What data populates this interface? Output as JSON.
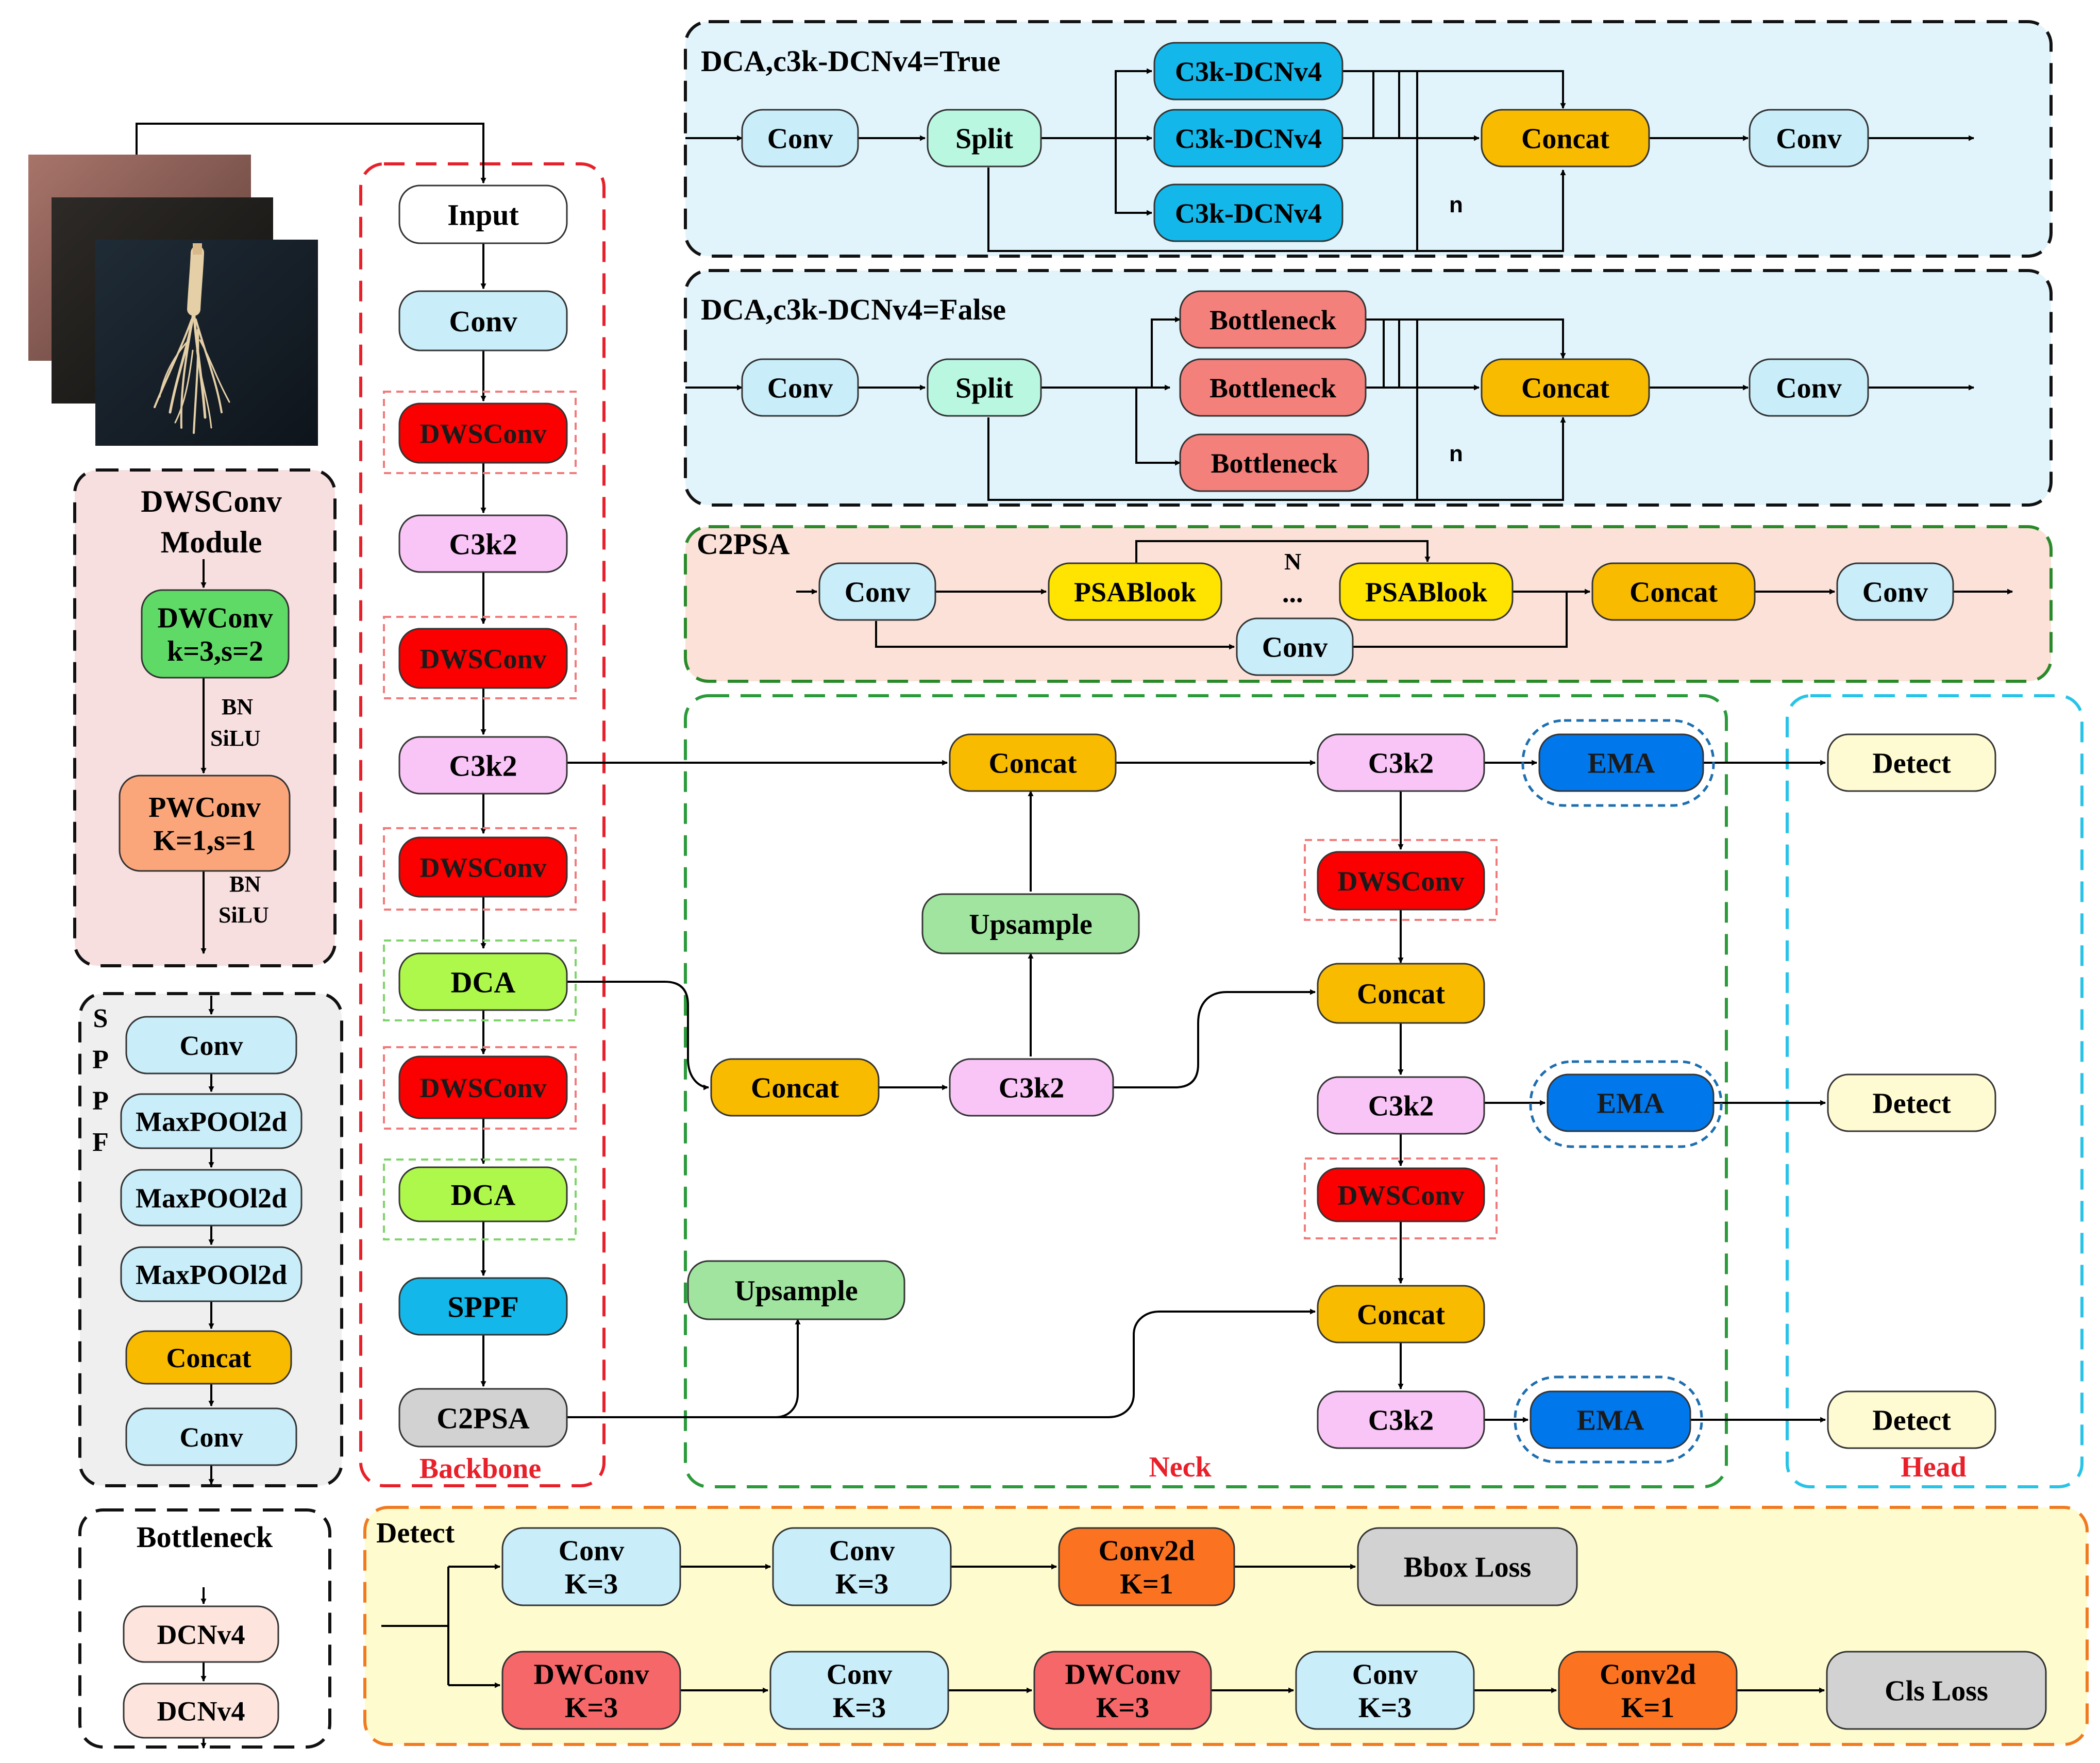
{
  "photo": {
    "alt": ""
  },
  "colors": {
    "white": "#ffffff",
    "lightblue": "#c9edf9",
    "mint": "#b9f7e1",
    "cyan": "#13b7ea",
    "orange": "#f9bb00",
    "salmon": "#f4807c",
    "yellow": "#fee400",
    "pink": "#f9c5f7",
    "red": "#fa0000",
    "lime": "#aef74b",
    "gray": "#d2d2d2",
    "green": "#5fda66",
    "peach": "#fba67a",
    "peachlight": "#fde4dc",
    "green_soft": "#a0e4a0",
    "blue_ema": "#0077eb",
    "cream": "#fefbd3",
    "orange_dark": "#fb7321",
    "salmon_dark": "#f56769",
    "panel_blue": "#e1f4fb",
    "panel_salmon": "#fbe1d8",
    "panel_pink": "#f7dfe0",
    "panel_gray": "#efefef",
    "panel_yellow": "#fefccf"
  },
  "panels": {
    "dca_true": {
      "title": "DCA,c3k-DCNv4=True",
      "n_label": "n"
    },
    "dca_false": {
      "title": "DCA,c3k-DCNv4=False",
      "n_label": "n"
    },
    "c2psa": {
      "title": "C2PSA",
      "n_label": "N",
      "dots": "..."
    },
    "dwsconv_module": {
      "title_line1": "DWSConv",
      "title_line2": "Module",
      "bn1": "BN",
      "silu1": "SiLU",
      "bn2": "BN",
      "silu2": "SiLU"
    },
    "sppf": {
      "letters": [
        "S",
        "P",
        "P",
        "F"
      ]
    },
    "bottleneck": {
      "title": "Bottleneck"
    },
    "backbone": {
      "title": "Backbone"
    },
    "neck": {
      "title": "Neck"
    },
    "head": {
      "title": "Head"
    },
    "detect": {
      "title": "Detect"
    }
  },
  "nodes": {
    "dt_conv1": "Conv",
    "dt_split": "Split",
    "dt_c3k1": "C3k-DCNv4",
    "dt_c3k2": "C3k-DCNv4",
    "dt_c3k3": "C3k-DCNv4",
    "dt_concat": "Concat",
    "dt_conv2": "Conv",
    "df_conv1": "Conv",
    "df_split": "Split",
    "df_b1": "Bottleneck",
    "df_b2": "Bottleneck",
    "df_b3": "Bottleneck",
    "df_concat": "Concat",
    "df_conv2": "Conv",
    "cp_conv1": "Conv",
    "cp_psa1": "PSABlook",
    "cp_psa2": "PSABlook",
    "cp_concat": "Concat",
    "cp_conv2": "Conv",
    "cp_conv3": "Conv",
    "bb_input": "Input",
    "bb_conv": "Conv",
    "bb_dws1": "DWSConv",
    "bb_c3k2a": "C3k2",
    "bb_dws2": "DWSConv",
    "bb_c3k2b": "C3k2",
    "bb_dws3": "DWSConv",
    "bb_dca1": "DCA",
    "bb_dws4": "DWSConv",
    "bb_dca2": "DCA",
    "bb_sppf": "SPPF",
    "bb_c2psa": "C2PSA",
    "dm_dw1": "DWConv",
    "dm_dw2": "k=3,s=2",
    "dm_pw1": "PWConv",
    "dm_pw2": "K=1,s=1",
    "sp_conv1": "Conv",
    "sp_mp1": "MaxPOOl2d",
    "sp_mp2": "MaxPOOl2d",
    "sp_mp3": "MaxPOOl2d",
    "sp_concat": "Concat",
    "sp_conv2": "Conv",
    "bn_d1": "DCNv4",
    "bn_d2": "DCNv4",
    "nk_concat1": "Concat",
    "nk_upsample1": "Upsample",
    "nk_concat2": "Concat",
    "nk_c3k2a": "C3k2",
    "nk_upsample2": "Upsample",
    "nk_c3k2b": "C3k2",
    "nk_ema1": "EMA",
    "nk_dws1": "DWSConv",
    "nk_concat3": "Concat",
    "nk_c3k2c": "C3k2",
    "nk_ema2": "EMA",
    "nk_dws2": "DWSConv",
    "nk_concat4": "Concat",
    "nk_c3k2d": "C3k2",
    "nk_ema3": "EMA",
    "hd_det1": "Detect",
    "hd_det2": "Detect",
    "hd_det3": "Detect",
    "de_conv1a": "Conv",
    "de_conv1b": "K=3",
    "de_conv2a": "Conv",
    "de_conv2b": "K=3",
    "de_c2d1a": "Conv2d",
    "de_c2d1b": "K=1",
    "de_bbox": "Bbox Loss",
    "de_dw1a": "DWConv",
    "de_dw1b": "K=3",
    "de_conv3a": "Conv",
    "de_conv3b": "K=3",
    "de_dw2a": "DWConv",
    "de_dw2b": "K=3",
    "de_conv4a": "Conv",
    "de_conv4b": "K=3",
    "de_c2d2a": "Conv2d",
    "de_c2d2b": "K=1",
    "de_cls": "Cls Loss"
  }
}
